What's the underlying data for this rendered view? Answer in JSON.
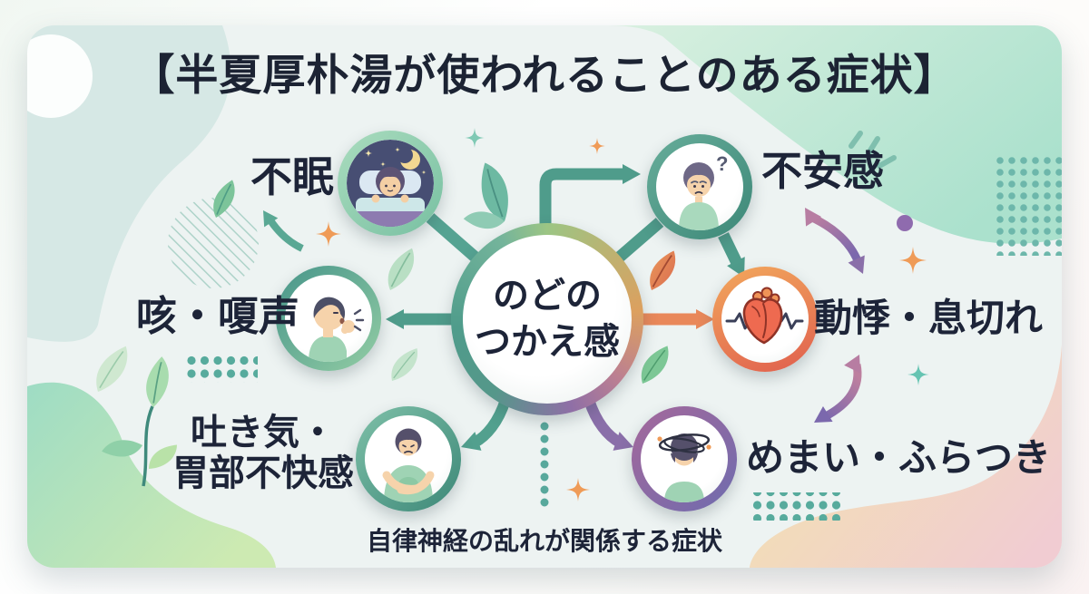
{
  "title": "【半夏厚朴湯が使われることのある症状】",
  "caption": "自律神経の乱れが関係する症状",
  "center": {
    "label": "のどの\nつかえ感",
    "role": "hub-symptom"
  },
  "symptoms": {
    "insomnia": {
      "label": "不眠",
      "icon": "sleeping-person-icon"
    },
    "anxiety": {
      "label": "不安感",
      "icon": "worried-person-icon",
      "question_mark": "?"
    },
    "cough": {
      "label": "咳・嗄声",
      "icon": "coughing-person-icon"
    },
    "palpitations": {
      "label": "動悸・息切れ",
      "icon": "anatomical-heart-ekg-icon"
    },
    "nausea": {
      "label": "吐き気・\n胃部不快感",
      "icon": "stomach-ache-person-icon"
    },
    "dizziness": {
      "label": "めまい・ふらつき",
      "icon": "dizzy-head-icon"
    }
  },
  "relations": {
    "hub_to": [
      "insomnia",
      "anxiety",
      "cough",
      "palpitations",
      "nausea",
      "dizziness"
    ],
    "bidirectional": [
      [
        "anxiety",
        "palpitations"
      ],
      [
        "palpitations",
        "dizziness"
      ]
    ]
  },
  "colors": {
    "text": "#1d2438",
    "teal_arrow": "#4f9c8b",
    "orange_arrow": "#e9885a",
    "purple_arrow": "#8a6fa9",
    "mint_ring": "#9ed3b8",
    "orange_ring": "#ec8a52",
    "purple_ring": "#8a68a4"
  }
}
